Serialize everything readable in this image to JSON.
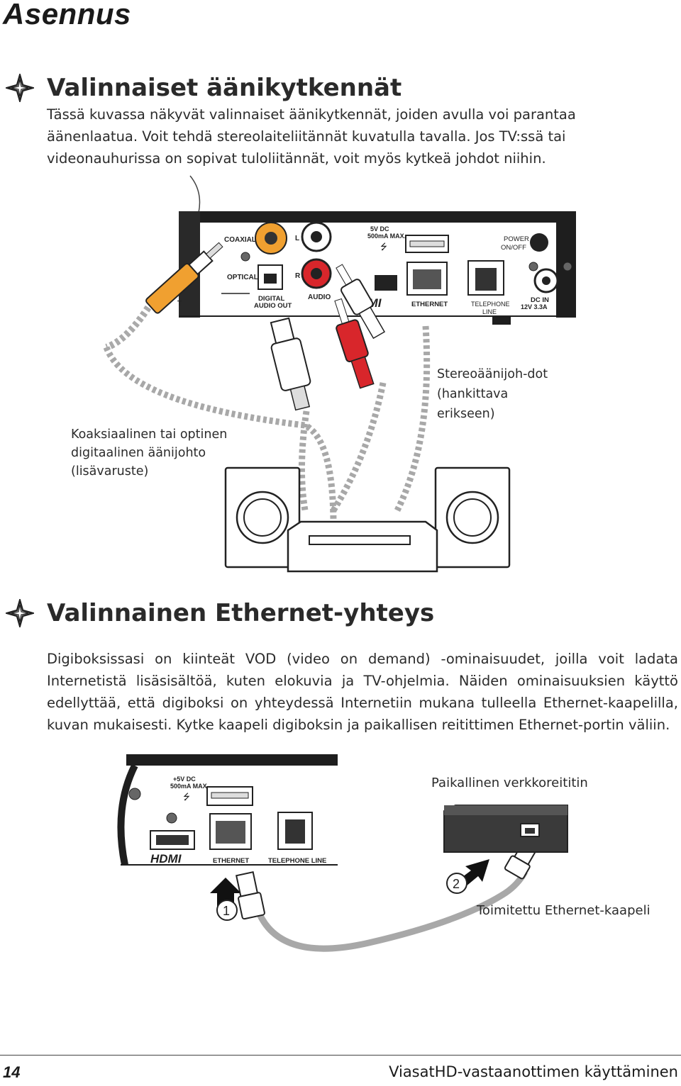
{
  "page": {
    "title": "Asennus",
    "number": "14",
    "footer_title": "ViasatHD-vastaanottimen käyttäminen"
  },
  "section1": {
    "heading": "Valinnaiset äänikytkennät",
    "paragraph": "Tässä kuvassa näkyvät valinnaiset äänikytkennät, joiden avulla voi parantaa äänenlaatua. Voit tehdä stereolaiteliitännät kuvatulla tavalla. Jos TV:ssä tai videonauhurissa on sopivat tuloliitännät, voit myös kytkeä johdot niihin.",
    "diagram": {
      "panel_labels": {
        "coaxial": "COAXIAL",
        "optical": "OPTICAL",
        "digital_audio_out_1": "DIGITAL",
        "digital_audio_out_2": "AUDIO OUT",
        "left": "L",
        "right": "R",
        "audio": "AUDIO",
        "usb_1": "5V DC",
        "usb_2": "500mA MAX.",
        "ethernet": "ETHERNET",
        "telephone_1": "TELEPHONE",
        "telephone_2": "LINE",
        "power_1": "POWER",
        "power_2": "ON/OFF",
        "dc_in_1": "DC IN",
        "dc_in_2": "12V  3.3A",
        "hdmi": "HDMI",
        "edge_t": "T"
      },
      "coax_label": "Koaksiaalinen tai optinen digitaalinen äänijohto (lisävaruste)",
      "stereo_label": "Stereoäänijoh-dot (hankittava erikseen)"
    }
  },
  "section2": {
    "heading": "Valinnainen Ethernet-yhteys",
    "paragraph": "Digiboksissasi on kiinteät VOD (video on demand) -ominaisuudet, joilla voit ladata Internetistä lisäsisältöä, kuten elokuvia ja TV-ohjelmia. Näiden ominaisuuksien käyttö edellyttää, että digiboksi on yhteydessä Internetiin mukana tulleella Ethernet-kaapelilla, kuvan mukaisesti. Kytke kaapeli digiboksin ja paikallisen reitittimen Ethernet-portin väliin.",
    "diagram": {
      "panel_labels": {
        "usb_1": "+5V DC",
        "usb_2": "500mA MAX.",
        "hdmi": "HDMI",
        "ethernet": "ETHERNET",
        "telephone": "TELEPHONE LINE"
      },
      "step1": "1",
      "step2": "2",
      "router_label": "Paikallinen verkkoreititin",
      "cable_label": "Toimitettu Ethernet-kaapeli"
    }
  },
  "colors": {
    "text": "#2b2b2b",
    "panel": "#1e1e1e",
    "coax_orange": "#f0a030",
    "rca_red": "#d8262b",
    "cable_grey": "#a8a8a8"
  }
}
